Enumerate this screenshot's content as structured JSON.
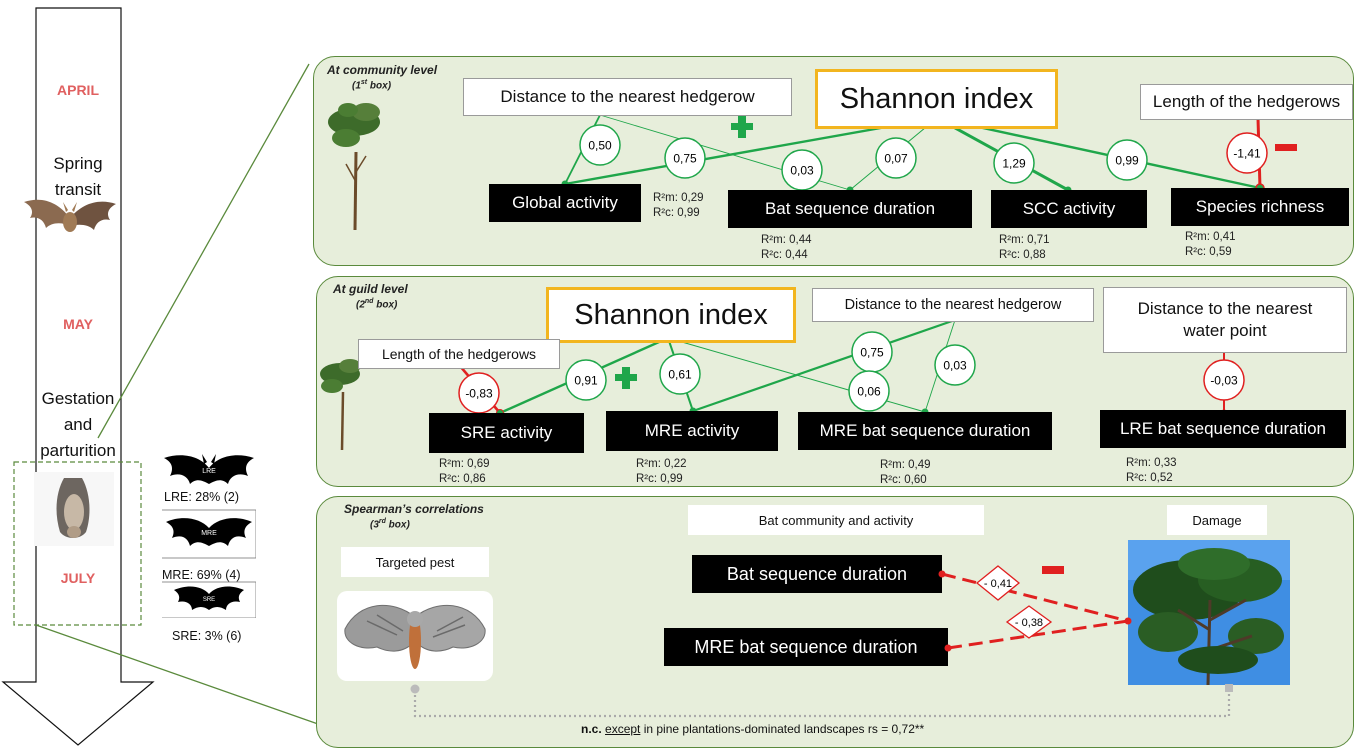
{
  "timeline": {
    "months": [
      "APRIL",
      "MAY",
      "JULY"
    ],
    "spring_line1": "Spring",
    "spring_line2": "transit",
    "gest_line1": "Gestation",
    "gest_line2": "and",
    "gest_line3": "parturition"
  },
  "guild_legend": {
    "lre_icon": "LRE",
    "mre_icon": "MRE",
    "sre_icon": "SRE",
    "lre": "LRE:  28% (2)",
    "mre": "MRE: 69% (4)",
    "sre": "SRE: 3% (6)"
  },
  "box1": {
    "title": "At community level",
    "subtitle_num": "(1",
    "subtitle_sup": "st",
    "subtitle_rest": " box)",
    "shannon": "Shannon index",
    "distance_hedgerow": "Distance to the nearest hedgerow",
    "length_hedgerows": "Length of the hedgerows",
    "outcomes": {
      "global_activity": "Global activity",
      "bat_sequence_duration": "Bat sequence duration",
      "scc_activity": "SCC activity",
      "species_richness": "Species richness"
    },
    "coefs": [
      "0,50",
      "0,75",
      "0,03",
      "0,07",
      "1,29",
      "0,99",
      "-1,41"
    ],
    "stats": {
      "global_r2m": "R²m: 0,29",
      "global_r2c": "R²c: 0,99",
      "bsd_r2m": "R²m: 0,44",
      "bsd_r2c": "R²c: 0,44",
      "scc_r2m": "R²m: 0,71",
      "scc_r2c": "R²c: 0,88",
      "sr_r2m": "R²m: 0,41",
      "sr_r2c": "R²c: 0,59"
    }
  },
  "box2": {
    "title": "At guild level",
    "subtitle_num": "(2",
    "subtitle_sup": "nd",
    "subtitle_rest": " box)",
    "shannon": "Shannon index",
    "length_hedgerows": "Length of the hedgerows",
    "distance_hedgerow": "Distance to the nearest hedgerow",
    "distance_water_1": "Distance to the nearest",
    "distance_water_2": "water point",
    "outcomes": {
      "sre_activity": "SRE activity",
      "mre_activity": "MRE activity",
      "mre_bsd": "MRE bat sequence duration",
      "lre_bsd": "LRE bat sequence duration"
    },
    "coefs": [
      "-0,83",
      "0,91",
      "0,61",
      "0,75",
      "0,03",
      "0,06",
      "-0,03"
    ],
    "stats": {
      "sre_r2m": "R²m: 0,69",
      "sre_r2c": "R²c: 0,86",
      "mre_r2m": "R²m: 0,22",
      "mre_r2c": "R²c: 0,99",
      "mrebsd_r2m": "R²m: 0,49",
      "mrebsd_r2c": "R²c: 0,60",
      "lrebsd_r2m": "R²m: 0,33",
      "lrebsd_r2c": "R²c: 0,52"
    }
  },
  "box3": {
    "title": "Spearman’s correlations",
    "subtitle_num": "(3",
    "subtitle_sup": "rd",
    "subtitle_rest": " box)",
    "bat_community_label": "Bat community and activity",
    "damage_label": "Damage",
    "targeted_pest_label": "Targeted pest",
    "bat_sequence_duration": "Bat sequence duration",
    "mre_bat_sequence_duration": "MRE bat sequence duration",
    "coefs": [
      "- 0,41",
      "- 0,38"
    ],
    "footnote_nc": "n.c.",
    "footnote_except": "except",
    "footnote_rest": " in pine plantations-dominated landscapes rs = 0,72**"
  },
  "colors": {
    "positive": "#1fa64a",
    "negative": "#e02020",
    "panel_bg": "#e7eedb",
    "panel_border": "#5a8a3c",
    "shannon_border": "#f2b51f",
    "month": "#e06060"
  }
}
